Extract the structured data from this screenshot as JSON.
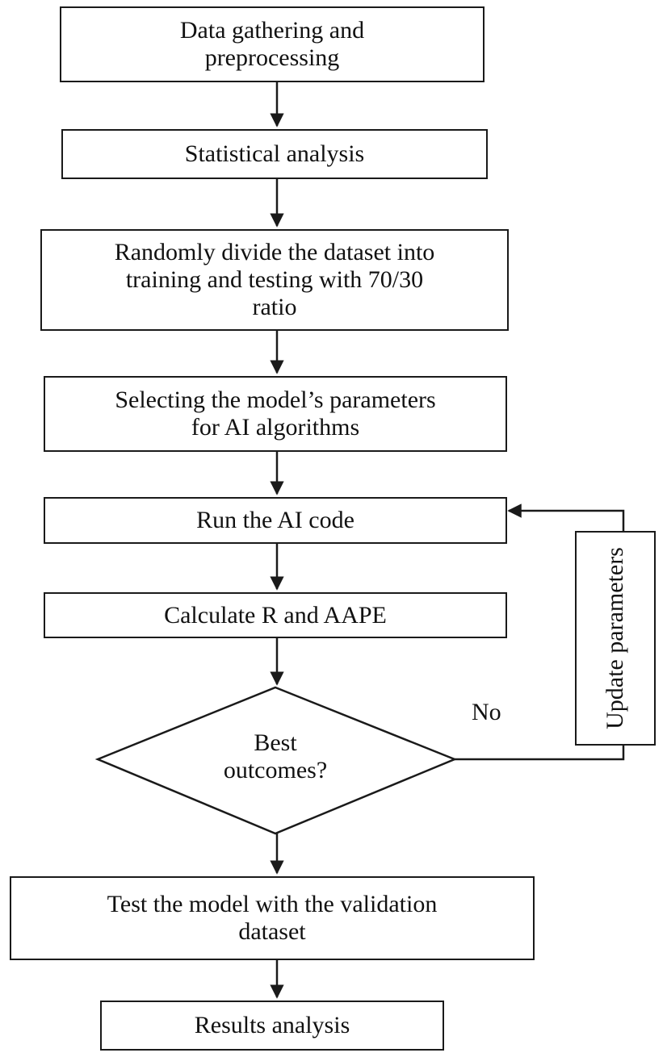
{
  "steps": {
    "data_gathering": "Data gathering and\npreprocessing",
    "statistical_analysis": "Statistical analysis",
    "random_divide": "Randomly divide the dataset into\ntraining and testing with 70/30\nratio",
    "select_params": "Selecting the model’s parameters\nfor AI algorithms",
    "run_code": "Run the AI code",
    "calculate": "Calculate R and AAPE",
    "decision": "Best\noutcomes?",
    "test_model": "Test the model with the validation\ndataset",
    "results": "Results analysis"
  },
  "loop": {
    "no_label": "No",
    "update_label": "Update parameters"
  }
}
